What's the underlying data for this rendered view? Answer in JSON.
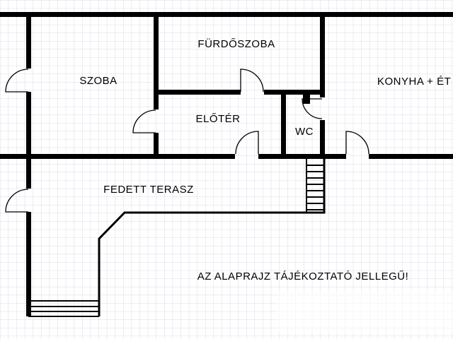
{
  "page": {
    "type": "floor-plan",
    "background_color": "#ffffff",
    "grid_color": "#d8dbe4",
    "wall_color": "#000000"
  },
  "rooms": [
    {
      "id": "szoba",
      "label": "SZOBA"
    },
    {
      "id": "furdoszoba",
      "label": "FÜRDŐSZOBA"
    },
    {
      "id": "eloter",
      "label": "ELŐTÉR"
    },
    {
      "id": "wc",
      "label": "WC"
    },
    {
      "id": "konyha",
      "label": "KONYHA + ÉT"
    },
    {
      "id": "terasz",
      "label": "FEDETT TERASZ"
    }
  ],
  "disclaimer": "AZ ALAPRAJZ TÁJÉKOZTATÓ JELLEGŰ!"
}
